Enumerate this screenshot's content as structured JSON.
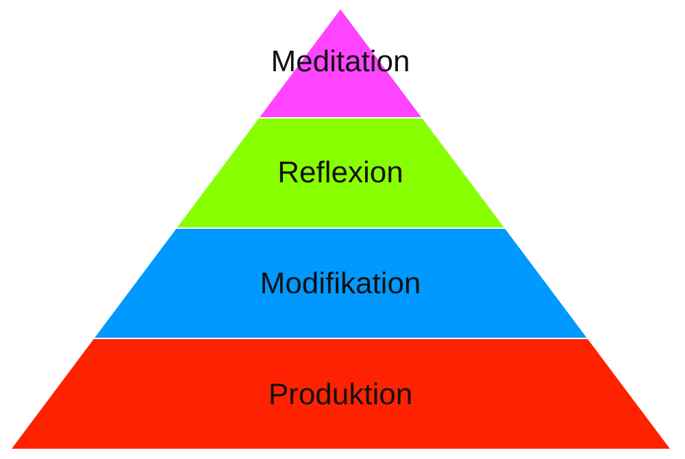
{
  "pyramid": {
    "tiers": [
      {
        "label": "Meditation",
        "color": "#FF44FF"
      },
      {
        "label": "Reflexion",
        "color": "#88FF00"
      },
      {
        "label": "Modifikation",
        "color": "#0099FF"
      },
      {
        "label": "Produktion",
        "color": "#FF2200"
      }
    ],
    "separator_color": "#FFFFFF"
  }
}
